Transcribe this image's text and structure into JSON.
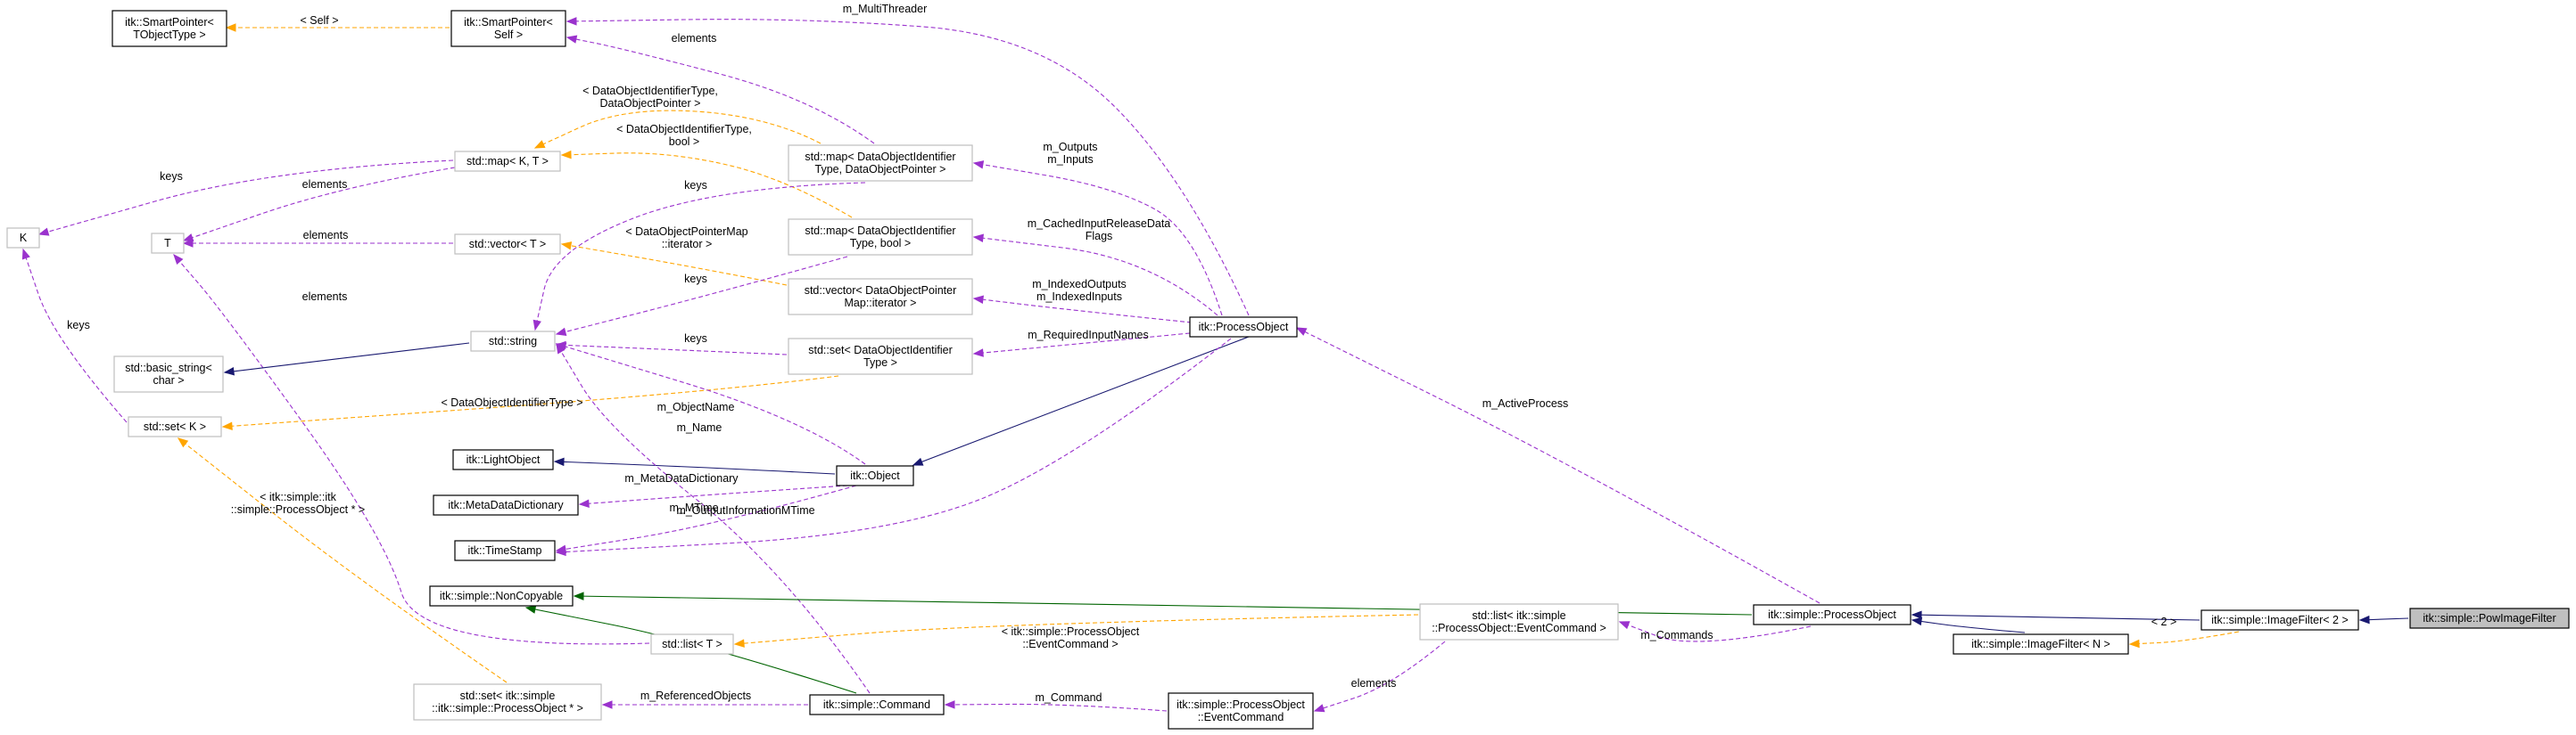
{
  "colors": {
    "inherit_public": "#191970",
    "inherit_protected": "#006400",
    "usage": "#9a32cd",
    "template": "#ffa500",
    "border_documented": "#000000",
    "border_undocumented": "#bfbfbf",
    "highlight_fill": "#bfbfbf"
  },
  "nodes": [
    {
      "id": "sp_t",
      "lines": [
        "itk::SmartPointer<",
        "TObjectType >"
      ],
      "style": "documented"
    },
    {
      "id": "sp_self",
      "lines": [
        "itk::SmartPointer<",
        "Self >"
      ],
      "style": "documented"
    },
    {
      "id": "k",
      "lines": [
        "K"
      ],
      "style": "undocumented"
    },
    {
      "id": "t",
      "lines": [
        "T"
      ],
      "style": "undocumented"
    },
    {
      "id": "map_kt",
      "lines": [
        "std::map< K, T >"
      ],
      "style": "undocumented"
    },
    {
      "id": "vec_t",
      "lines": [
        "std::vector< T >"
      ],
      "style": "undocumented"
    },
    {
      "id": "basic_string",
      "lines": [
        "std::basic_string<",
        "char >"
      ],
      "style": "undocumented"
    },
    {
      "id": "string",
      "lines": [
        "std::string"
      ],
      "style": "undocumented"
    },
    {
      "id": "set_k",
      "lines": [
        "std::set< K >"
      ],
      "style": "undocumented"
    },
    {
      "id": "map_dop",
      "lines": [
        "std::map< DataObjectIdentifier",
        "Type, DataObjectPointer >"
      ],
      "style": "undocumented"
    },
    {
      "id": "map_bool",
      "lines": [
        "std::map< DataObjectIdentifier",
        "Type, bool >"
      ],
      "style": "undocumented"
    },
    {
      "id": "vec_iter",
      "lines": [
        "std::vector< DataObjectPointer",
        "Map::iterator >"
      ],
      "style": "undocumented"
    },
    {
      "id": "set_doi",
      "lines": [
        "std::set< DataObjectIdentifier",
        "Type >"
      ],
      "style": "undocumented"
    },
    {
      "id": "itk_po",
      "lines": [
        "itk::ProcessObject"
      ],
      "style": "documented"
    },
    {
      "id": "light",
      "lines": [
        "itk::LightObject"
      ],
      "style": "documented"
    },
    {
      "id": "mdd",
      "lines": [
        "itk::MetaDataDictionary"
      ],
      "style": "documented"
    },
    {
      "id": "ts",
      "lines": [
        "itk::TimeStamp"
      ],
      "style": "documented"
    },
    {
      "id": "obj",
      "lines": [
        "itk::Object"
      ],
      "style": "documented"
    },
    {
      "id": "noncopy",
      "lines": [
        "itk::simple::NonCopyable"
      ],
      "style": "documented"
    },
    {
      "id": "list_t",
      "lines": [
        "std::list< T >"
      ],
      "style": "undocumented"
    },
    {
      "id": "set_spo",
      "lines": [
        "std::set< itk::simple",
        "::itk::simple::ProcessObject * >"
      ],
      "style": "undocumented"
    },
    {
      "id": "cmd",
      "lines": [
        "itk::simple::Command"
      ],
      "style": "documented"
    },
    {
      "id": "poec",
      "lines": [
        "itk::simple::ProcessObject",
        "::EventCommand"
      ],
      "style": "documented"
    },
    {
      "id": "list_ec",
      "lines": [
        "std::list< itk::simple",
        "::ProcessObject::EventCommand >"
      ],
      "style": "undocumented"
    },
    {
      "id": "s_po",
      "lines": [
        "itk::simple::ProcessObject"
      ],
      "style": "documented"
    },
    {
      "id": "if_n",
      "lines": [
        "itk::simple::ImageFilter< N >"
      ],
      "style": "documented"
    },
    {
      "id": "if_2",
      "lines": [
        "itk::simple::ImageFilter< 2 >"
      ],
      "style": "documented"
    },
    {
      "id": "pow",
      "lines": [
        "itk::simple::PowImageFilter"
      ],
      "style": "highlight"
    }
  ],
  "edges": [
    {
      "id": "e1",
      "kind": "template",
      "label": [
        "< Self >"
      ]
    },
    {
      "id": "e2",
      "kind": "usage",
      "label": [
        "elements"
      ]
    },
    {
      "id": "e3",
      "kind": "usage",
      "label": [
        "m_MultiThreader"
      ]
    },
    {
      "id": "e4",
      "kind": "usage",
      "label": [
        "keys"
      ]
    },
    {
      "id": "e5",
      "kind": "usage",
      "label": [
        "elements"
      ]
    },
    {
      "id": "e6",
      "kind": "usage",
      "label": [
        "elements"
      ]
    },
    {
      "id": "e7",
      "kind": "usage",
      "label": [
        "elements"
      ]
    },
    {
      "id": "e8",
      "kind": "usage",
      "label": [
        "keys"
      ]
    },
    {
      "id": "e9",
      "kind": "inherit_public",
      "label": []
    },
    {
      "id": "e10",
      "kind": "template",
      "label": [
        "< DataObjectIdentifierType,",
        "DataObjectPointer >"
      ]
    },
    {
      "id": "e11",
      "kind": "template",
      "label": [
        "< DataObjectIdentifierType,",
        "bool >"
      ]
    },
    {
      "id": "e12",
      "kind": "template",
      "label": [
        "< DataObjectPointerMap",
        "::iterator >"
      ]
    },
    {
      "id": "e13",
      "kind": "usage",
      "label": [
        "keys"
      ]
    },
    {
      "id": "e14",
      "kind": "usage",
      "label": [
        "keys"
      ]
    },
    {
      "id": "e15",
      "kind": "usage",
      "label": [
        "keys"
      ]
    },
    {
      "id": "e16",
      "kind": "template",
      "label": [
        "< DataObjectIdentifierType >"
      ]
    },
    {
      "id": "e17",
      "kind": "usage",
      "label": [
        "m_Outputs",
        "m_Inputs"
      ]
    },
    {
      "id": "e18",
      "kind": "usage",
      "label": [
        "m_CachedInputReleaseData",
        "Flags"
      ]
    },
    {
      "id": "e19",
      "kind": "usage",
      "label": [
        "m_IndexedOutputs",
        "m_IndexedInputs"
      ]
    },
    {
      "id": "e20",
      "kind": "usage",
      "label": [
        "m_RequiredInputNames"
      ]
    },
    {
      "id": "e21",
      "kind": "inherit_public",
      "label": []
    },
    {
      "id": "e22",
      "kind": "usage",
      "label": [
        "m_ObjectName"
      ]
    },
    {
      "id": "e23",
      "kind": "inherit_public",
      "label": []
    },
    {
      "id": "e24",
      "kind": "usage",
      "label": [
        "m_MetaDataDictionary"
      ]
    },
    {
      "id": "e25",
      "kind": "usage",
      "label": [
        "m_MTime"
      ]
    },
    {
      "id": "e26",
      "kind": "usage",
      "label": [
        "m_OutputInformationMTime"
      ]
    },
    {
      "id": "e27",
      "kind": "template",
      "label": [
        "< itk::simple::itk",
        "::simple::ProcessObject * >"
      ]
    },
    {
      "id": "e28",
      "kind": "usage",
      "label": [
        "m_Name"
      ]
    },
    {
      "id": "e29",
      "kind": "inherit_protected",
      "label": []
    },
    {
      "id": "e30",
      "kind": "inherit_protected",
      "label": []
    },
    {
      "id": "e31",
      "kind": "usage",
      "label": [
        "m_ReferencedObjects"
      ]
    },
    {
      "id": "e32",
      "kind": "usage",
      "label": [
        "m_Command"
      ]
    },
    {
      "id": "e33",
      "kind": "template",
      "label": [
        "< itk::simple::ProcessObject",
        "::EventCommand >"
      ]
    },
    {
      "id": "e34",
      "kind": "usage",
      "label": [
        "elements"
      ]
    },
    {
      "id": "e35",
      "kind": "usage",
      "label": [
        "m_Commands"
      ]
    },
    {
      "id": "e36",
      "kind": "usage",
      "label": [
        "m_ActiveProcess"
      ]
    },
    {
      "id": "e37",
      "kind": "inherit_public",
      "label": []
    },
    {
      "id": "e38",
      "kind": "inherit_public",
      "label": []
    },
    {
      "id": "e39",
      "kind": "template",
      "label": [
        "< 2 >"
      ]
    },
    {
      "id": "e40",
      "kind": "inherit_public",
      "label": []
    }
  ]
}
